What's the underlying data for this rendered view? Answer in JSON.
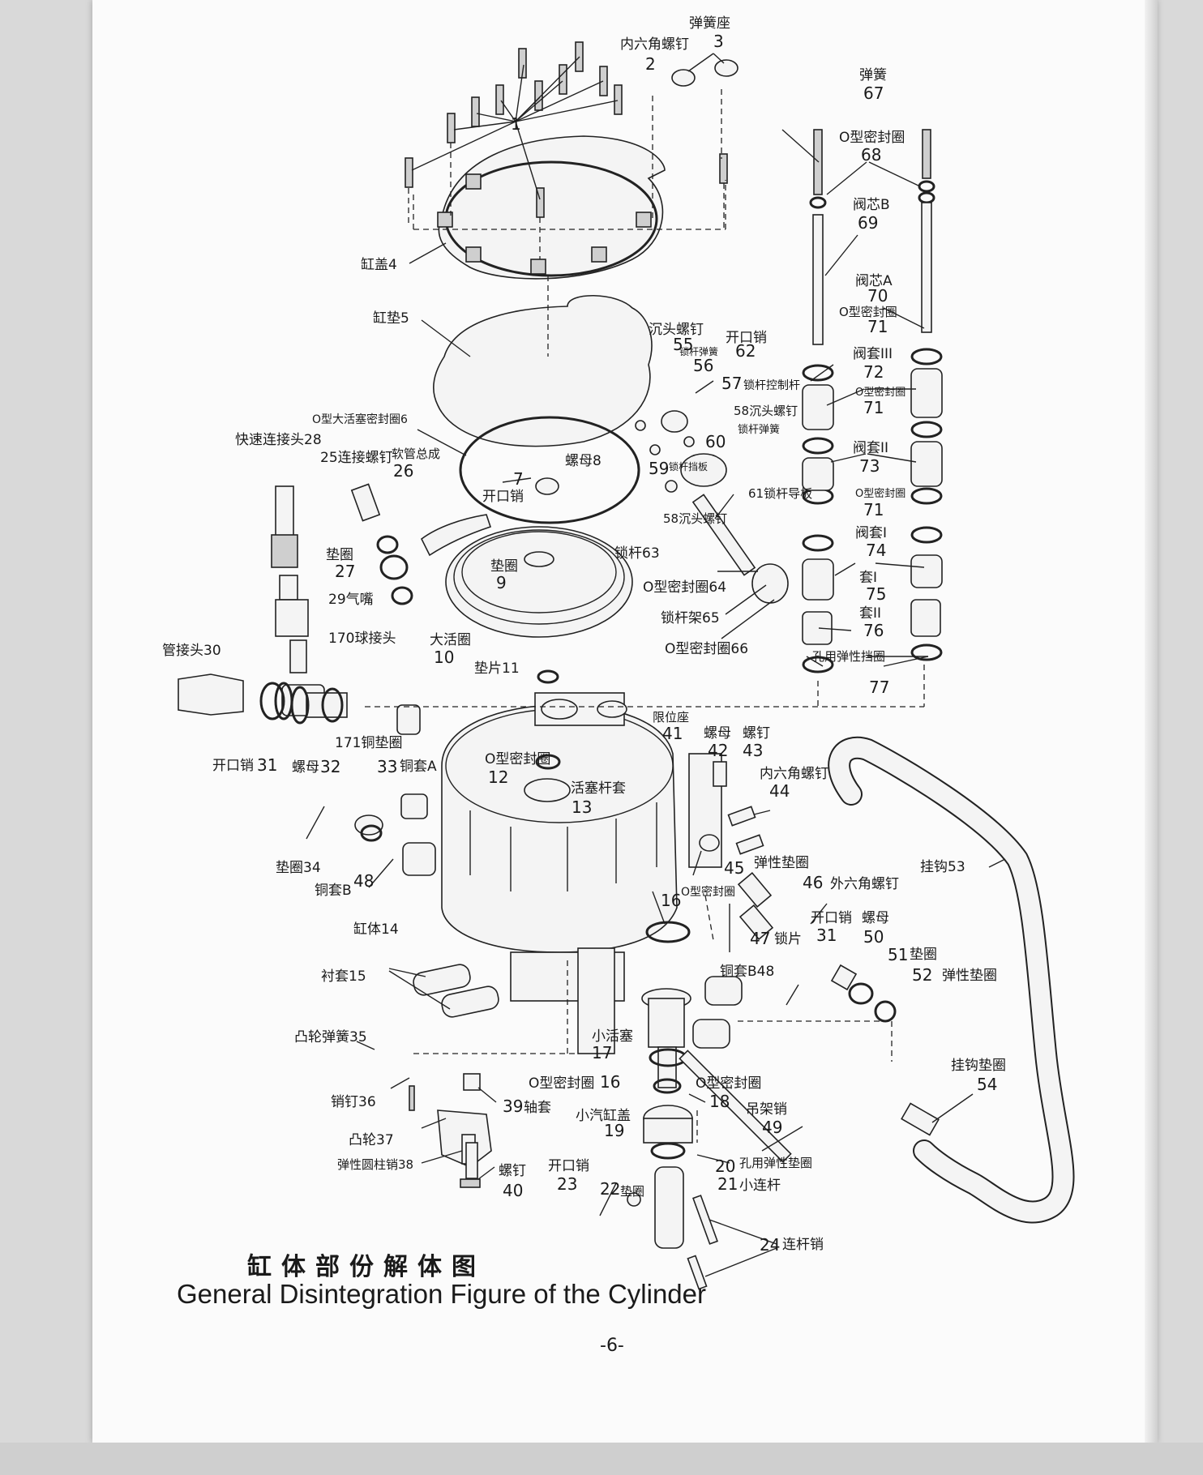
{
  "title_cn": "缸体部份解体图",
  "title_en": "General Disintegration Figure of the Cylinder",
  "page_number": "-6-",
  "labels": [
    {
      "id": "p1",
      "text": "1"
    },
    {
      "id": "p2a",
      "text": "内六角螺钉"
    },
    {
      "id": "p2",
      "text": "2"
    },
    {
      "id": "p3a",
      "text": "弹簧座"
    },
    {
      "id": "p3",
      "text": "3"
    },
    {
      "id": "p4",
      "text": "缸盖4"
    },
    {
      "id": "p5",
      "text": "缸垫5"
    },
    {
      "id": "p6",
      "text": "O型大活塞密封圈6"
    },
    {
      "id": "p7",
      "text": "7"
    },
    {
      "id": "p7b",
      "text": "开口销"
    },
    {
      "id": "p8",
      "text": "螺母8"
    },
    {
      "id": "p9a",
      "text": "垫圈"
    },
    {
      "id": "p9",
      "text": "9"
    },
    {
      "id": "p10a",
      "text": "大活圈"
    },
    {
      "id": "p10",
      "text": "10"
    },
    {
      "id": "p11",
      "text": "垫片11"
    },
    {
      "id": "p12a",
      "text": "O型密封圈"
    },
    {
      "id": "p12",
      "text": "12"
    },
    {
      "id": "p13a",
      "text": "活塞杆套"
    },
    {
      "id": "p13",
      "text": "13"
    },
    {
      "id": "p14",
      "text": "缸体14"
    },
    {
      "id": "p15",
      "text": "衬套15"
    },
    {
      "id": "p16a",
      "text": "16"
    },
    {
      "id": "p16b",
      "text": "O型密封圈"
    },
    {
      "id": "p16c",
      "text": "O型密封圈"
    },
    {
      "id": "p16d",
      "text": "16"
    },
    {
      "id": "p17a",
      "text": "小活塞"
    },
    {
      "id": "p17",
      "text": "17"
    },
    {
      "id": "p18a",
      "text": "O型密封圈"
    },
    {
      "id": "p18",
      "text": "18"
    },
    {
      "id": "p19a",
      "text": "小汽缸盖"
    },
    {
      "id": "p19",
      "text": "19"
    },
    {
      "id": "p20",
      "text": "20"
    },
    {
      "id": "p20b",
      "text": "孔用弹性垫圈"
    },
    {
      "id": "p21",
      "text": "21"
    },
    {
      "id": "p21b",
      "text": "小连杆"
    },
    {
      "id": "p22",
      "text": "22"
    },
    {
      "id": "p22b",
      "text": "垫圈"
    },
    {
      "id": "p23a",
      "text": "开口销"
    },
    {
      "id": "p23",
      "text": "23"
    },
    {
      "id": "p24",
      "text": "24"
    },
    {
      "id": "p24b",
      "text": "连杆销"
    },
    {
      "id": "p25",
      "text": "25连接螺钉"
    },
    {
      "id": "p26a",
      "text": "软管总成"
    },
    {
      "id": "p26",
      "text": "26"
    },
    {
      "id": "p27a",
      "text": "垫圈"
    },
    {
      "id": "p27",
      "text": "27"
    },
    {
      "id": "p28",
      "text": "快速连接头28"
    },
    {
      "id": "p29",
      "text": "29气嘴"
    },
    {
      "id": "p30",
      "text": "管接头30"
    },
    {
      "id": "p31a",
      "text": "开口销"
    },
    {
      "id": "p31",
      "text": "31"
    },
    {
      "id": "p32a",
      "text": "螺母"
    },
    {
      "id": "p32",
      "text": "32"
    },
    {
      "id": "p33",
      "text": "33"
    },
    {
      "id": "p33b",
      "text": "铜套A"
    },
    {
      "id": "p34",
      "text": "垫圈34"
    },
    {
      "id": "p35",
      "text": "凸轮弹簧35"
    },
    {
      "id": "p36",
      "text": "销钉36"
    },
    {
      "id": "p37",
      "text": "凸轮37"
    },
    {
      "id": "p38",
      "text": "弹性圆柱销38"
    },
    {
      "id": "p39",
      "text": "39"
    },
    {
      "id": "p39b",
      "text": "轴套"
    },
    {
      "id": "p40a",
      "text": "螺钉"
    },
    {
      "id": "p40",
      "text": "40"
    },
    {
      "id": "p41a",
      "text": "限位座"
    },
    {
      "id": "p41",
      "text": "41"
    },
    {
      "id": "p42a",
      "text": "螺母"
    },
    {
      "id": "p42",
      "text": "42"
    },
    {
      "id": "p43a",
      "text": "螺钉"
    },
    {
      "id": "p43",
      "text": "43"
    },
    {
      "id": "p44a",
      "text": "内六角螺钉"
    },
    {
      "id": "p44",
      "text": "44"
    },
    {
      "id": "p45",
      "text": "45"
    },
    {
      "id": "p45b",
      "text": "弹性垫圈"
    },
    {
      "id": "p46",
      "text": "46"
    },
    {
      "id": "p46b",
      "text": "外六角螺钉"
    },
    {
      "id": "p47",
      "text": "47"
    },
    {
      "id": "p47b",
      "text": "锁片"
    },
    {
      "id": "p48a",
      "text": "铜套B"
    },
    {
      "id": "p48",
      "text": "48"
    },
    {
      "id": "p48c",
      "text": "铜套B48"
    },
    {
      "id": "p49a",
      "text": "吊架销"
    },
    {
      "id": "p49",
      "text": "49"
    },
    {
      "id": "p31c",
      "text": "开口销"
    },
    {
      "id": "p31d",
      "text": "31"
    },
    {
      "id": "p50a",
      "text": "螺母"
    },
    {
      "id": "p50",
      "text": "50"
    },
    {
      "id": "p51",
      "text": "51"
    },
    {
      "id": "p51b",
      "text": "垫圈"
    },
    {
      "id": "p52",
      "text": "52"
    },
    {
      "id": "p52b",
      "text": "弹性垫圈"
    },
    {
      "id": "p53",
      "text": "挂钩53"
    },
    {
      "id": "p54a",
      "text": "挂钩垫圈"
    },
    {
      "id": "p54",
      "text": "54"
    },
    {
      "id": "p55a",
      "text": "沉头螺钉"
    },
    {
      "id": "p55",
      "text": "55"
    },
    {
      "id": "p56a",
      "text": "锁杆弹簧"
    },
    {
      "id": "p56",
      "text": "56"
    },
    {
      "id": "p62a",
      "text": "开口销"
    },
    {
      "id": "p62",
      "text": "62"
    },
    {
      "id": "p57",
      "text": "57"
    },
    {
      "id": "p57b",
      "text": "锁杆控制杆"
    },
    {
      "id": "p58",
      "text": "58沉头螺钉"
    },
    {
      "id": "p60a",
      "text": "锁杆弹簧"
    },
    {
      "id": "p60",
      "text": "60"
    },
    {
      "id": "p59",
      "text": "59"
    },
    {
      "id": "p59b",
      "text": "锁杆挡板"
    },
    {
      "id": "p61",
      "text": "61锁杆导板"
    },
    {
      "id": "p58b",
      "text": "58沉头螺钉"
    },
    {
      "id": "p63",
      "text": "锁杆63"
    },
    {
      "id": "p64",
      "text": "O型密封圈64"
    },
    {
      "id": "p65",
      "text": "锁杆架65"
    },
    {
      "id": "p66",
      "text": "O型密封圈66"
    },
    {
      "id": "p67a",
      "text": "弹簧"
    },
    {
      "id": "p67",
      "text": "67"
    },
    {
      "id": "p68a",
      "text": "O型密封圈"
    },
    {
      "id": "p68",
      "text": "68"
    },
    {
      "id": "p69a",
      "text": "阀芯B"
    },
    {
      "id": "p69",
      "text": "69"
    },
    {
      "id": "p70a",
      "text": "阀芯A"
    },
    {
      "id": "p70",
      "text": "70"
    },
    {
      "id": "p71a",
      "text": "O型密封圈"
    },
    {
      "id": "p71",
      "text": "71"
    },
    {
      "id": "p72a",
      "text": "阀套III"
    },
    {
      "id": "p72",
      "text": "72"
    },
    {
      "id": "p71b",
      "text": "O型密封圈"
    },
    {
      "id": "p71c",
      "text": "71"
    },
    {
      "id": "p73a",
      "text": "阀套II"
    },
    {
      "id": "p73",
      "text": "73"
    },
    {
      "id": "p71d",
      "text": "O型密封圈"
    },
    {
      "id": "p71e",
      "text": "71"
    },
    {
      "id": "p74a",
      "text": "阀套I"
    },
    {
      "id": "p74",
      "text": "74"
    },
    {
      "id": "p75a",
      "text": "套I"
    },
    {
      "id": "p75",
      "text": "75"
    },
    {
      "id": "p76a",
      "text": "套II"
    },
    {
      "id": "p76",
      "text": "76"
    },
    {
      "id": "p77a",
      "text": "孔用弹性挡圈"
    },
    {
      "id": "p77",
      "text": "77"
    },
    {
      "id": "p170",
      "text": "170球接头"
    },
    {
      "id": "p171",
      "text": "171铜垫圈"
    }
  ]
}
